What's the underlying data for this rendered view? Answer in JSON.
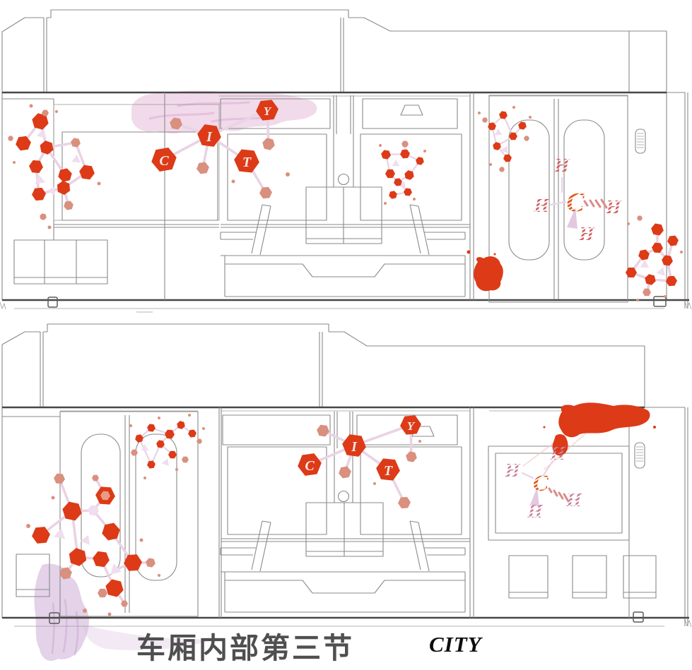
{
  "title": {
    "caption": "车厢内部第三节",
    "brand": "CITY"
  },
  "palette": {
    "red": "#dd3a17",
    "salmon": "#d9907e",
    "salmon_light": "#e0a493",
    "pink_bond": "#e9d3e5",
    "pink_junction": "#f0dded",
    "inner_hex": "#e89b85",
    "wash_pink": "#eed3e6",
    "wash_purple": "#d9c0df",
    "stripe_red": "#cf5f63",
    "stripe_orange": "#dd5c1e",
    "stripe_pink": "#c9809b",
    "line_gray": "#8a8a8a",
    "line_dark": "#474747",
    "title_gray": "#4f4f4f",
    "brand_black": "#0d0d0d"
  },
  "decor": {
    "city_top": {
      "c": "C",
      "i": "I",
      "t": "T",
      "y": "Y"
    },
    "city_bottom": {
      "c": "C",
      "i": "I",
      "t": "T",
      "y": "Y"
    },
    "methane_top": {
      "center": "C",
      "h_top": "H",
      "h_left": "H",
      "h_right": "H",
      "h_bottom": "H"
    },
    "methane_bottom": {
      "center": "C",
      "h_top": "H",
      "h_left": "H",
      "h_right": "H",
      "h_bottom": "H"
    }
  }
}
